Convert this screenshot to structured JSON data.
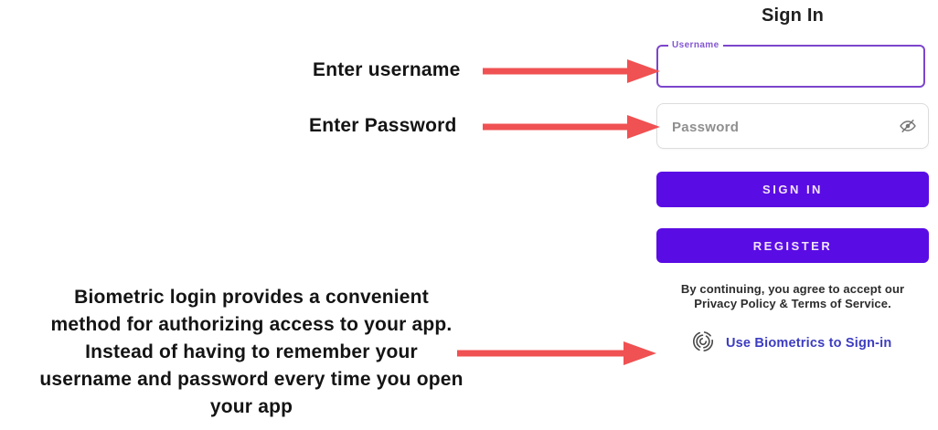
{
  "form": {
    "title": "Sign In",
    "username": {
      "label": "Username",
      "value": ""
    },
    "password": {
      "placeholder": "Password",
      "value": ""
    },
    "buttons": {
      "sign_in": "SIGN IN",
      "register": "REGISTER"
    },
    "terms_lines": [
      "By continuing, you agree to accept our",
      "Privacy Policy & Terms of Service."
    ],
    "biometrics": {
      "label": "Use Biometrics to Sign-in"
    }
  },
  "annotations": {
    "enter_username": "Enter username",
    "enter_password": "Enter Password",
    "paragraph_lines": [
      "Biometric login provides a convenient",
      "method for authorizing access to your app.",
      "Instead of having to remember your",
      "username and password every time you open",
      "your app"
    ]
  },
  "icons": {
    "password_toggle": "eye-off-icon",
    "biometrics": "fingerprint-icon",
    "pointer": "red-arrow"
  },
  "colors": {
    "button_purple": "#5a0ce4",
    "field_outline_purple": "#7c45cc",
    "biometrics_link_blue": "#3c3cc0",
    "arrow_red": "#f05152",
    "placeholder_gray": "#8f8f8f"
  }
}
